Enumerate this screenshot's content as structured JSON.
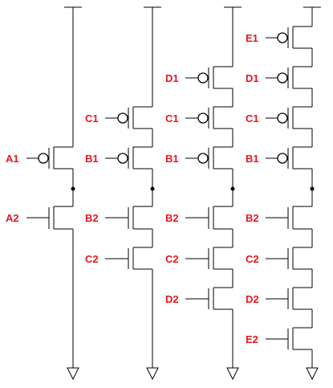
{
  "columns": [
    {
      "id": "col1",
      "pmos": [
        "A1"
      ],
      "nmos": [
        "A2"
      ]
    },
    {
      "id": "col2",
      "pmos": [
        "C1",
        "B1"
      ],
      "nmos": [
        "B2",
        "C2"
      ]
    },
    {
      "id": "col3",
      "pmos": [
        "D1",
        "C1",
        "B1"
      ],
      "nmos": [
        "B2",
        "C2",
        "D2"
      ]
    },
    {
      "id": "col4",
      "pmos": [
        "E1",
        "D1",
        "C1",
        "B1"
      ],
      "nmos": [
        "B2",
        "C2",
        "D2",
        "E2"
      ]
    }
  ],
  "colors": {
    "wire": "#000000",
    "label": "#e8141e"
  }
}
